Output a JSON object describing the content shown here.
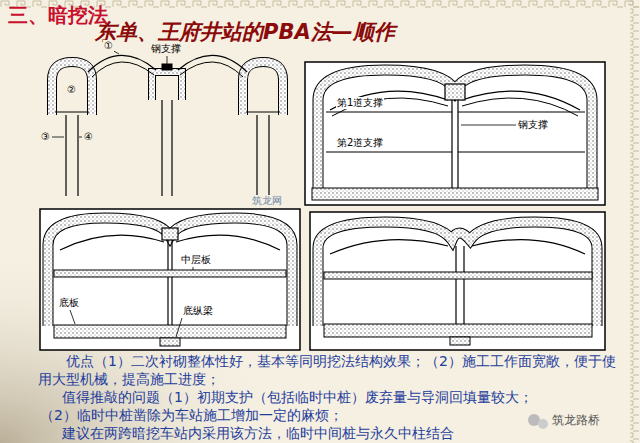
{
  "diagram": {
    "title": "三、暗挖法",
    "labels": [
      "东单、王府井站的PBA法—顺作",
      "钢支撑",
      "①",
      "②",
      "③",
      "④",
      "钢支撑",
      "第1道支撑",
      "第2道支撑",
      "中层板",
      "底板",
      "底纵梁",
      "优点（1）二次衬砌整体性好，基本等同明挖法结构效果；（2）施工工作面宽敞，便于使用大型机械，提高施工进度；",
      "值得推敲的问题（1）初期支护（包括临时中桩）废弃量与导洞回填量较大；",
      "（2）临时中桩凿除为车站施工增加一定的麻烦；",
      "建议在两跨暗挖车站内采用该方法，临时中间桩与永久中柱结合",
      "筑龙网",
      "筑龙路桥"
    ]
  }
}
